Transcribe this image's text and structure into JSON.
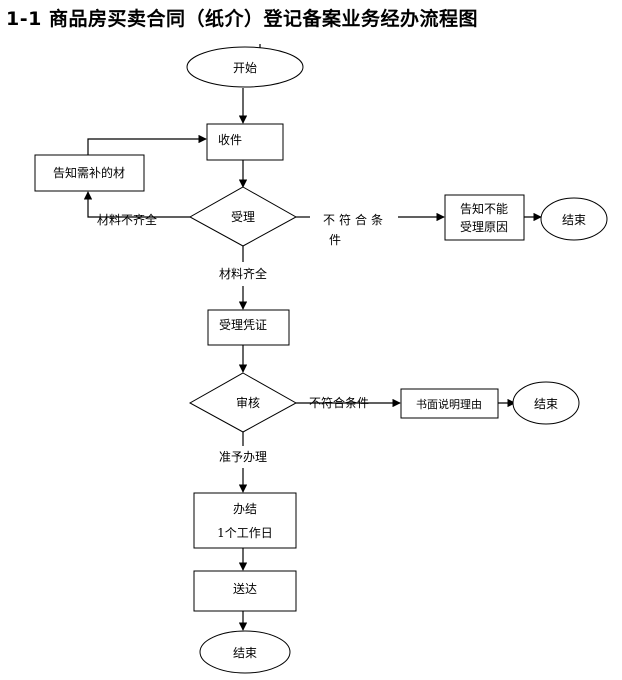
{
  "title": "1-1 商品房买卖合同（纸介）登记备案业务经办流程图",
  "nodes": {
    "start": "开始",
    "receive": "收件",
    "notify_supplement": "告知需补的材",
    "accept": "受理",
    "notify_reject_line1": "告知不能",
    "notify_reject_line2": "受理原因",
    "end_top": "结束",
    "receipt": "受理凭证",
    "review": "审核",
    "written_reason": "书面说明理由",
    "end_mid": "结束",
    "complete_line1": "办结",
    "complete_line2": "1个工作日",
    "deliver": "送达",
    "end_bottom": "结束"
  },
  "edges": {
    "incomplete": "材料不齐全",
    "not_qualified_1": "不符合条",
    "not_qualified_1_wrap": "件",
    "complete": "材料齐全",
    "not_qualified_2": "不符合条件",
    "approved": "准予办理"
  }
}
